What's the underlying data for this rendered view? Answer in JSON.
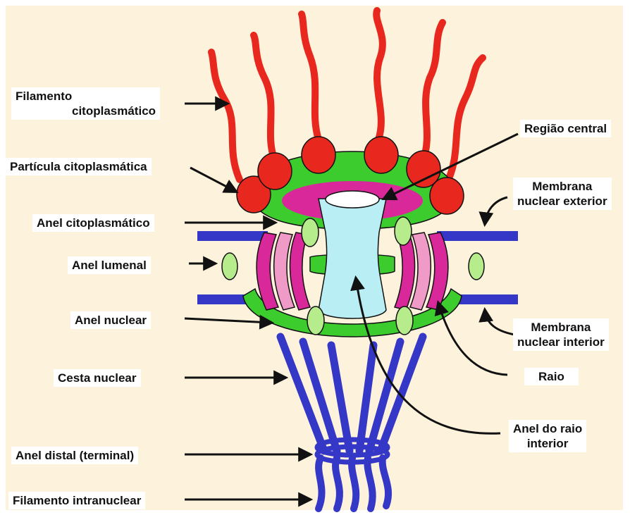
{
  "diagram": {
    "background_color": "#fdf3dc",
    "colors": {
      "cytoplasmic_filament": "#e8281e",
      "cytoplasmic_particle": "#e8281e",
      "ring_green": "#3ccc2e",
      "lumenal_ring": "#b7ec8c",
      "central_region": "#b8eef4",
      "spoke_magenta": "#d8289a",
      "spoke_pink": "#f09ac8",
      "membrane_blue": "#3537c7",
      "outline": "#111111"
    },
    "labels": {
      "filamento_citoplasmatico_line1": "Filamento",
      "filamento_citoplasmatico_line2": "citoplasmático",
      "particula_citoplasmatica": "Partícula citoplasmática",
      "anel_citoplasmatico": "Anel citoplasmático",
      "anel_lumenal": "Anel lumenal",
      "anel_nuclear": "Anel nuclear",
      "cesta_nuclear": "Cesta nuclear",
      "anel_distal": "Anel distal (terminal)",
      "filamento_intranuclear": "Filamento intranuclear",
      "regiao_central": "Região central",
      "membrana_exterior_line1": "Membrana",
      "membrana_exterior_line2": "nuclear exterior",
      "membrana_interior_line1": "Membrana",
      "membrana_interior_line2": "nuclear interior",
      "raio": "Raio",
      "anel_raio_interior_line1": "Anel do raio",
      "anel_raio_interior_line2": "interior"
    }
  }
}
